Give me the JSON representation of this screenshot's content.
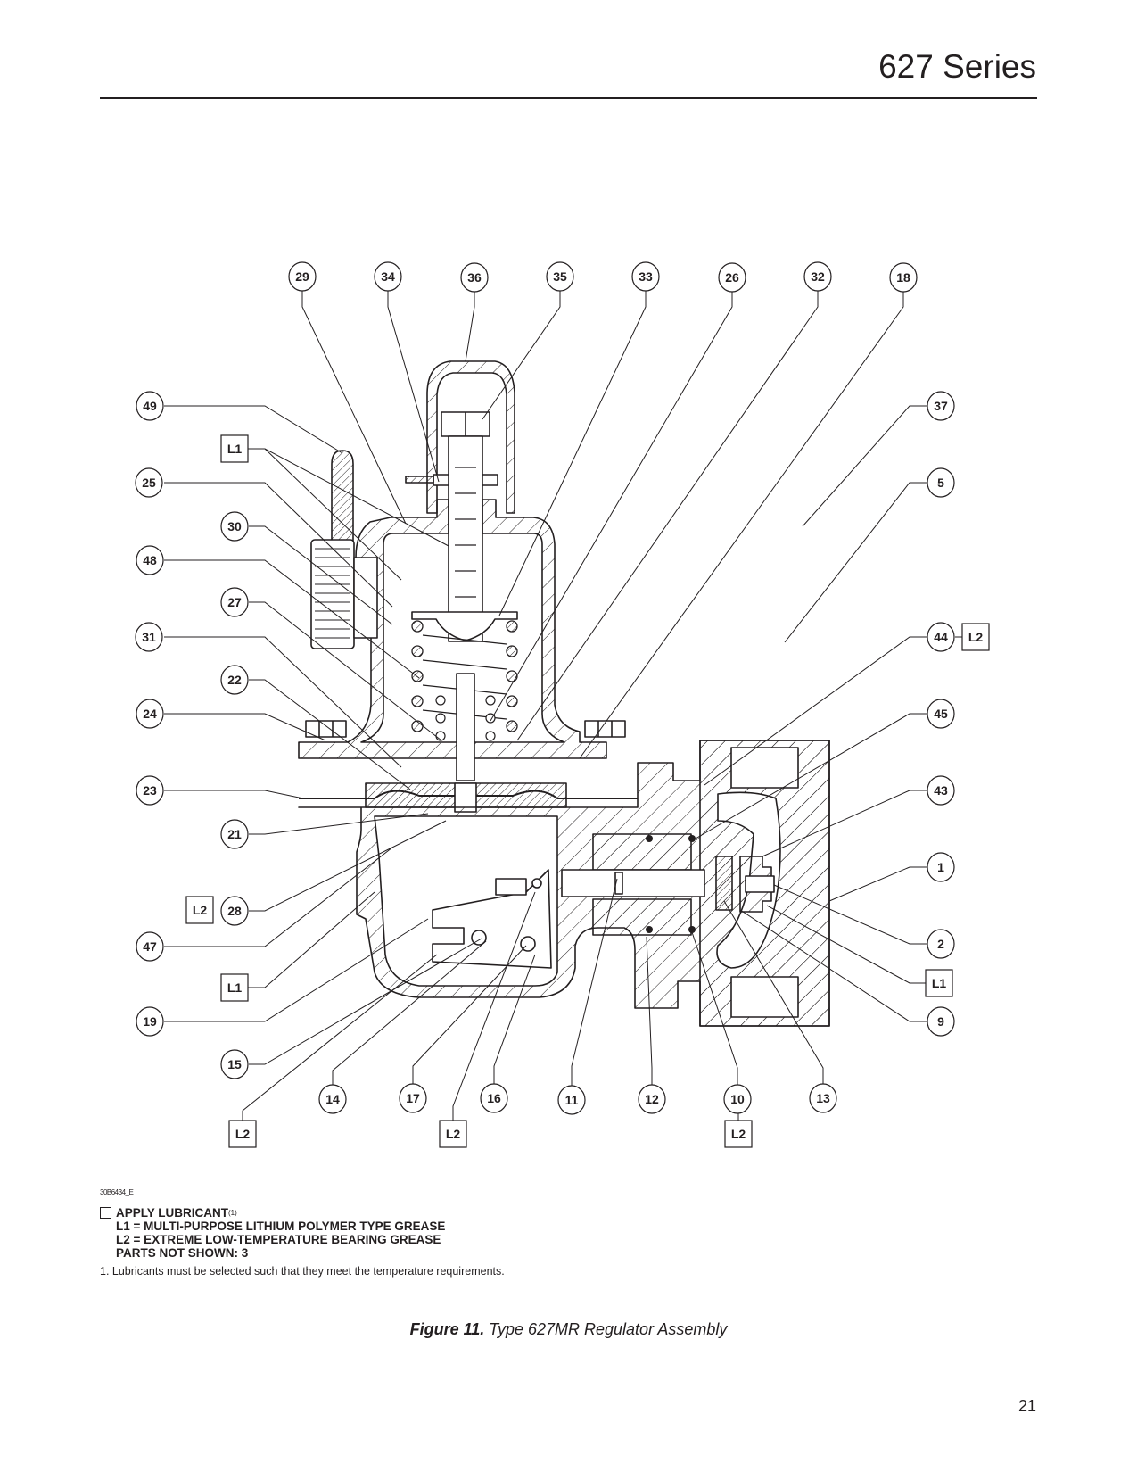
{
  "header": {
    "title": "627 Series"
  },
  "figure": {
    "drawing_id": "30B6434_E",
    "caption_label": "Figure 11.",
    "caption_text": "Type 627MR Regulator Assembly",
    "callouts": [
      {
        "id": "29",
        "kind": "circle"
      },
      {
        "id": "34",
        "kind": "circle"
      },
      {
        "id": "36",
        "kind": "circle"
      },
      {
        "id": "35",
        "kind": "circle"
      },
      {
        "id": "33",
        "kind": "circle"
      },
      {
        "id": "26",
        "kind": "circle"
      },
      {
        "id": "32",
        "kind": "circle"
      },
      {
        "id": "18",
        "kind": "circle"
      },
      {
        "id": "49",
        "kind": "circle"
      },
      {
        "id": "L1",
        "kind": "box"
      },
      {
        "id": "25",
        "kind": "circle"
      },
      {
        "id": "30",
        "kind": "circle"
      },
      {
        "id": "48",
        "kind": "circle"
      },
      {
        "id": "27",
        "kind": "circle"
      },
      {
        "id": "31",
        "kind": "circle"
      },
      {
        "id": "22",
        "kind": "circle"
      },
      {
        "id": "24",
        "kind": "circle"
      },
      {
        "id": "23",
        "kind": "circle"
      },
      {
        "id": "21",
        "kind": "circle"
      },
      {
        "id": "L2",
        "kind": "box"
      },
      {
        "id": "28",
        "kind": "circle"
      },
      {
        "id": "47",
        "kind": "circle"
      },
      {
        "id": "L1",
        "kind": "box"
      },
      {
        "id": "19",
        "kind": "circle"
      },
      {
        "id": "15",
        "kind": "circle"
      },
      {
        "id": "14",
        "kind": "circle"
      },
      {
        "id": "17",
        "kind": "circle"
      },
      {
        "id": "16",
        "kind": "circle"
      },
      {
        "id": "11",
        "kind": "circle"
      },
      {
        "id": "12",
        "kind": "circle"
      },
      {
        "id": "10",
        "kind": "circle"
      },
      {
        "id": "13",
        "kind": "circle"
      },
      {
        "id": "L2",
        "kind": "box"
      },
      {
        "id": "L2",
        "kind": "box"
      },
      {
        "id": "L2",
        "kind": "box"
      },
      {
        "id": "37",
        "kind": "circle"
      },
      {
        "id": "5",
        "kind": "circle"
      },
      {
        "id": "44",
        "kind": "circle"
      },
      {
        "id": "L2",
        "kind": "box"
      },
      {
        "id": "45",
        "kind": "circle"
      },
      {
        "id": "43",
        "kind": "circle"
      },
      {
        "id": "1",
        "kind": "circle"
      },
      {
        "id": "2",
        "kind": "circle"
      },
      {
        "id": "L1",
        "kind": "box"
      },
      {
        "id": "9",
        "kind": "circle"
      }
    ]
  },
  "legend": {
    "title": "APPLY LUBRICANT",
    "title_note": "(1)",
    "lines": [
      "L1 = MULTI-PURPOSE LITHIUM POLYMER TYPE GREASE",
      "L2 = EXTREME LOW-TEMPERATURE BEARING GREASE",
      "PARTS NOT SHOWN: 3"
    ],
    "footnote": "1. Lubricants must be selected such that they meet the temperature requirements."
  },
  "footer": {
    "page_number": "21"
  }
}
